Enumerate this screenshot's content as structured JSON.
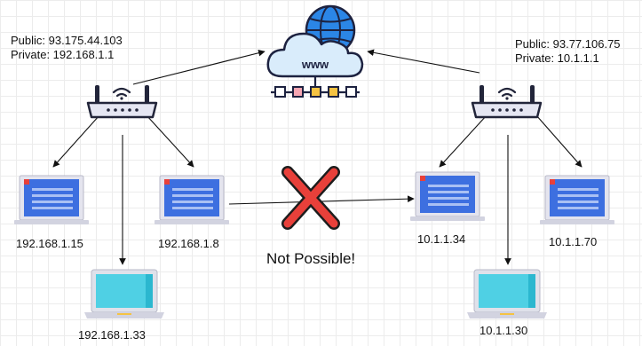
{
  "left_router": {
    "public_label": "Public: 93.175.44.103",
    "private_label": "Private: 192.168.1.1"
  },
  "right_router": {
    "public_label": "Public: 93.77.106.75",
    "private_label": "Private: 10.1.1.1"
  },
  "internet": {
    "cloud_text": "www"
  },
  "hosts": {
    "left_a": "192.168.1.15",
    "left_b": "192.168.1.8",
    "left_c": "192.168.1.33",
    "right_a": "10.1.1.34",
    "right_b": "10.1.1.70",
    "right_c": "10.1.1.30"
  },
  "blocked_label": "Not Possible!",
  "colors": {
    "router_body": "#e5e6f2",
    "router_outline": "#22253a",
    "laptop_screen_blue": "#3d6fe0",
    "laptop_screen_cyan": "#4fd0e4",
    "cross_red": "#e8403a",
    "globe_blue": "#2b86e6",
    "cloud_light": "#d9ecfb"
  }
}
